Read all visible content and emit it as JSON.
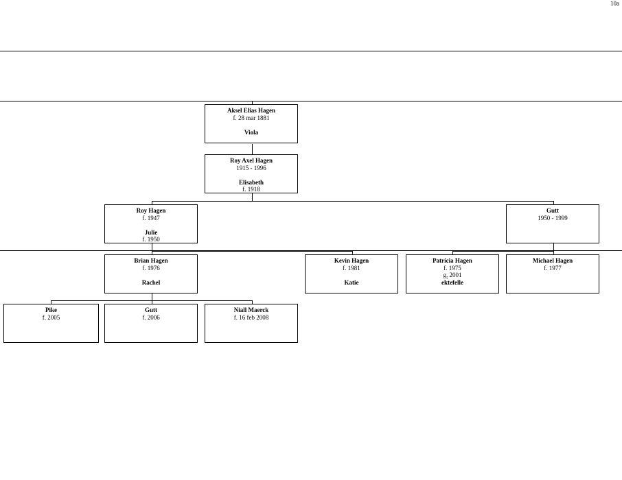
{
  "page": {
    "number": "10a"
  },
  "people": {
    "aksel": {
      "name": "Aksel Elias Hagen",
      "dates": "f. 28 mar 1881",
      "spouse": "Viola",
      "spouse_dates": ""
    },
    "roy_axel": {
      "name": "Roy Axel Hagen",
      "dates": "1915 - 1996",
      "spouse": "Elisabeth",
      "spouse_dates": "f. 1918"
    },
    "roy": {
      "name": "Roy Hagen",
      "dates": "f. 1947",
      "spouse": "Julie",
      "spouse_dates": "f. 1950"
    },
    "gutt_1950": {
      "name": "Gutt",
      "dates": "1950 - 1999"
    },
    "brian": {
      "name": "Brian Hagen",
      "dates": "f. 1976",
      "spouse": "Rachel"
    },
    "kevin": {
      "name": "Kevin Hagen",
      "dates": "f. 1981",
      "spouse": "Katie"
    },
    "patricia": {
      "name": "Patricia Hagen",
      "dates": "f. 1975",
      "marriage_prefix": "g.",
      "marriage_year": "2001",
      "spouse": "ektefelle"
    },
    "michael": {
      "name": "Michael Hagen",
      "dates": "f. 1977"
    },
    "pike": {
      "name": "Pike",
      "dates": "f. 2005"
    },
    "gutt_2006": {
      "name": "Gutt",
      "dates": "f. 2006"
    },
    "niall": {
      "name": "Niall Maerck",
      "dates": "f. 16 feb 2008"
    }
  }
}
